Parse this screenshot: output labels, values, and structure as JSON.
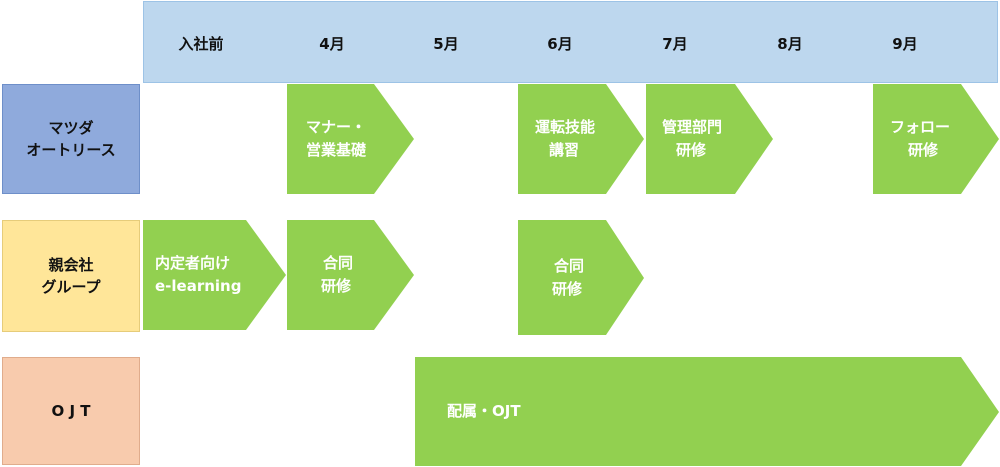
{
  "timeline": {
    "months": [
      "入社前",
      "4月",
      "5月",
      "6月",
      "7月",
      "8月",
      "9月"
    ]
  },
  "rows": {
    "mazda": {
      "label_line1": "マツダ",
      "label_line2": "オートリース",
      "color": "#8faadc"
    },
    "parent": {
      "label_line1": "親会社",
      "label_line2": "グループ",
      "color": "#ffe699"
    },
    "ojt": {
      "label": "O J T",
      "color": "#f8cbad"
    }
  },
  "arrows": {
    "manner": {
      "line1": "マナー・",
      "line2": "営業基礎"
    },
    "driving": {
      "line1": "運転技能",
      "line2": "講習"
    },
    "management": {
      "line1": "管理部門",
      "line2": "研修"
    },
    "follow": {
      "line1": "フォロー",
      "line2": "研修"
    },
    "elearning": {
      "line1": "内定者向け",
      "line2": "e-learning"
    },
    "joint1": {
      "line1": "合同",
      "line2": "研修"
    },
    "joint2": {
      "line1": "合同",
      "line2": "研修"
    },
    "assignment": {
      "line1": "配属・OJT"
    }
  },
  "colors": {
    "arrow_fill": "#92d050",
    "timeline_fill": "#bdd7ee"
  }
}
